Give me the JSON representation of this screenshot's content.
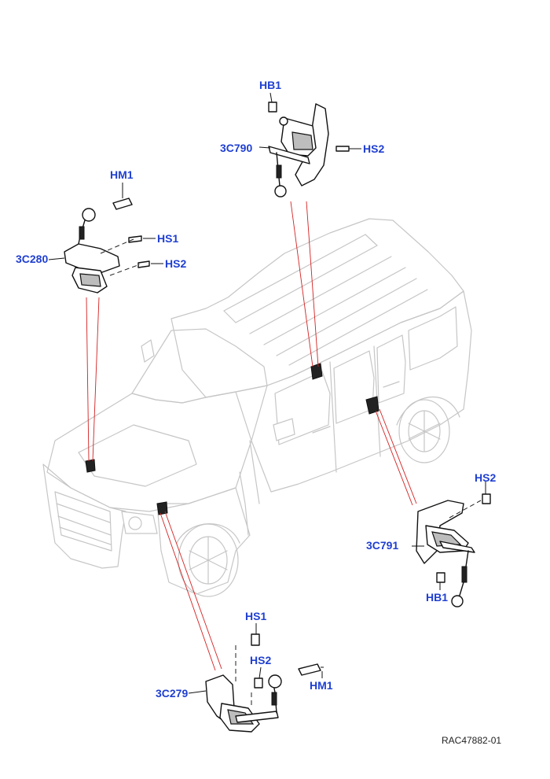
{
  "figure_id": "RAC47882-01",
  "callouts": {
    "top_sensor": {
      "fastener_top": "HB1",
      "sensor": "3C790",
      "fastener_right": "HS2"
    },
    "left_sensor": {
      "fastener_top": "HM1",
      "fastener_mid": "HS1",
      "sensor": "3C280",
      "fastener_low": "HS2"
    },
    "right_sensor": {
      "fastener_top": "HS2",
      "sensor": "3C791",
      "fastener_low": "HB1"
    },
    "bottom_sensor": {
      "fastener_top": "HS1",
      "fastener_mid": "HS2",
      "sensor": "3C279",
      "fastener_right": "HM1"
    }
  }
}
